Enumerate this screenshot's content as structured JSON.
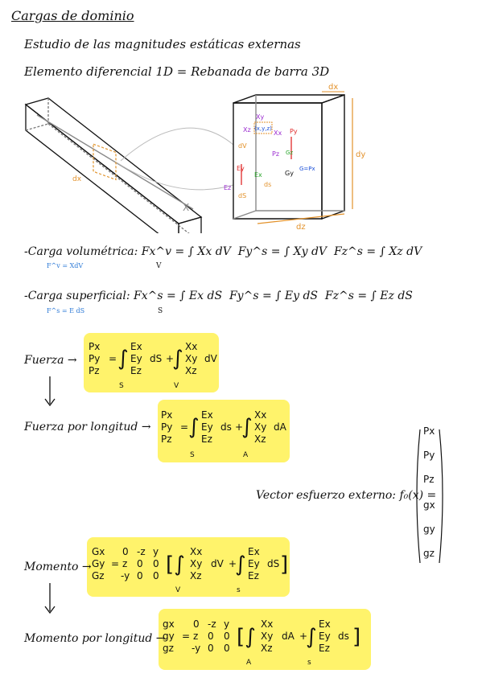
{
  "header": {
    "title": "Cargas de dominio",
    "subtitle": "Estudio de las magnitudes estáticas externas",
    "element_line": "Elemento diferencial 1D = Rebanada de barra 3D"
  },
  "diagram": {
    "left_dx": "dx",
    "left_axis": "X",
    "slice_dx": "dx",
    "slice_dy": "dy",
    "slice_dz": "dz",
    "labels": {
      "xy": "Xy",
      "xz": "Xz",
      "xyz": "(x,y,z)",
      "dv": "dV",
      "py": "Py",
      "pz": "Pz",
      "gz": "Gz",
      "gy": "Gy",
      "g_px": "G=Px",
      "ey": "Ey",
      "ex": "Ex",
      "ez": "Ez",
      "ds": "dS",
      "ds2": "ds",
      "xx": "Xx"
    }
  },
  "loads": {
    "volumetric_label": "-Carga volumétrica:",
    "volumetric_note": "F^v = XdV",
    "volumetric_terms": [
      "Fx^v = ∫ Xx dV",
      "Fy^s = ∫ Xy dV",
      "Fz^s = ∫ Xz dV"
    ],
    "volumetric_sub": "V",
    "surface_label": "-Carga superficial:",
    "surface_note": "F^s = E dS",
    "surface_terms": [
      "Fx^s = ∫ Ex dS",
      "Fy^s = ∫ Ey dS",
      "Fz^s = ∫ Ez dS"
    ],
    "surface_sub": "S"
  },
  "equations": {
    "force_label": "Fuerza →",
    "force_per_length_label": "Fuerza por longitud →",
    "moment_label": "Momento →",
    "moment_per_length_label": "Momento por longitud →",
    "external_vector_label": "Vector esfuerzo externo:",
    "external_vector_symbol": "f₀(x) =",
    "external_vector": [
      "Px",
      "Py",
      "Pz",
      "gx",
      "gy",
      "gz"
    ],
    "force_lhs": [
      "Px",
      "Py",
      "Pz"
    ],
    "e_vec": [
      "Ex",
      "Ey",
      "Ez"
    ],
    "x_vec": [
      "Xx",
      "Xy",
      "Xz"
    ],
    "moment_lhs": [
      "Gx",
      "Gy",
      "Gz"
    ],
    "moment_pl_lhs": [
      "gx",
      "gy",
      "gz"
    ],
    "skew": [
      "0",
      "-z",
      "y",
      "z",
      "0",
      "0",
      "-y",
      "0",
      "0"
    ],
    "dS": "dS",
    "ds": "ds",
    "dV": "dV",
    "dA": "dA",
    "sub_S": "S",
    "sub_V": "V",
    "sub_A": "A",
    "sub_s": "s"
  }
}
